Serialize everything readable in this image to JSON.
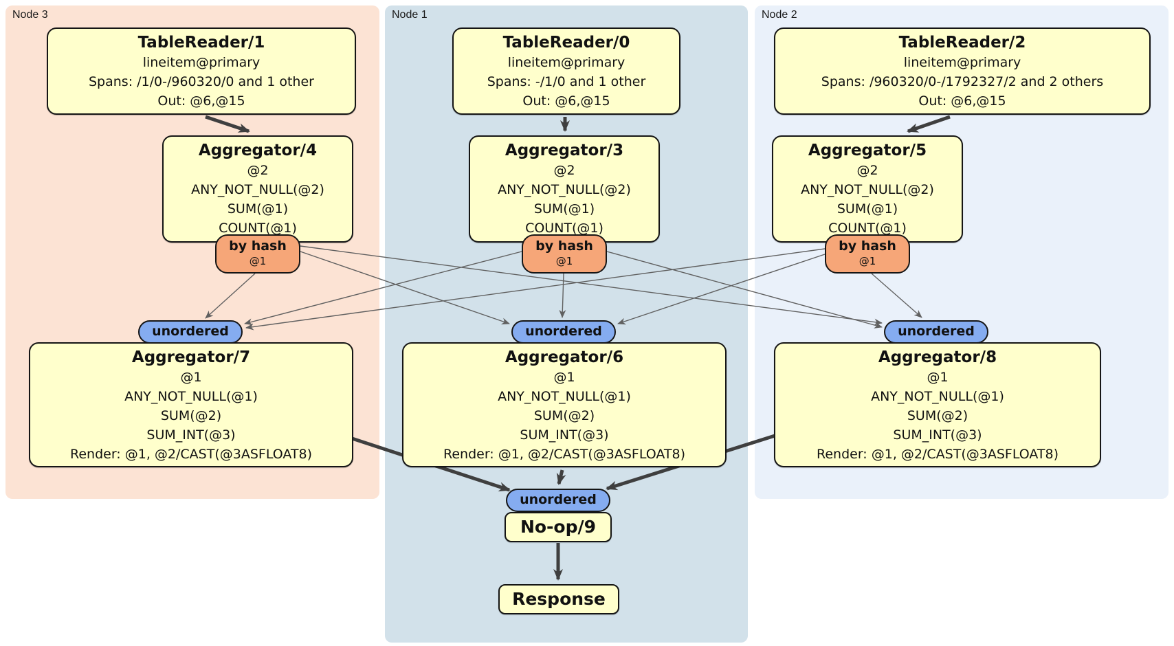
{
  "diagram": {
    "panels": [
      {
        "label": "Node 3"
      },
      {
        "label": "Node 1"
      },
      {
        "label": "Node 2"
      }
    ],
    "router": {
      "label": "by hash",
      "detail": "@1"
    },
    "sync_label": "unordered",
    "processors": {
      "tr1": {
        "title": "TableReader/1",
        "table": "lineitem@primary",
        "spans": "Spans: /1/0-/960320/0 and 1 other",
        "out": "Out: @6,@15"
      },
      "tr0": {
        "title": "TableReader/0",
        "table": "lineitem@primary",
        "spans": "Spans: -/1/0 and 1 other",
        "out": "Out: @6,@15"
      },
      "tr2": {
        "title": "TableReader/2",
        "table": "lineitem@primary",
        "spans": "Spans: /960320/0-/1792327/2 and 2 others",
        "out": "Out: @6,@15"
      },
      "agg4": {
        "title": "Aggregator/4",
        "lines": [
          "@2",
          "ANY_NOT_NULL(@2)",
          "SUM(@1)",
          "COUNT(@1)"
        ]
      },
      "agg3": {
        "title": "Aggregator/3",
        "lines": [
          "@2",
          "ANY_NOT_NULL(@2)",
          "SUM(@1)",
          "COUNT(@1)"
        ]
      },
      "agg5": {
        "title": "Aggregator/5",
        "lines": [
          "@2",
          "ANY_NOT_NULL(@2)",
          "SUM(@1)",
          "COUNT(@1)"
        ]
      },
      "agg7": {
        "title": "Aggregator/7",
        "lines": [
          "@1",
          "ANY_NOT_NULL(@1)",
          "SUM(@2)",
          "SUM_INT(@3)",
          "Render: @1, @2/CAST(@3ASFLOAT8)"
        ]
      },
      "agg6": {
        "title": "Aggregator/6",
        "lines": [
          "@1",
          "ANY_NOT_NULL(@1)",
          "SUM(@2)",
          "SUM_INT(@3)",
          "Render: @1, @2/CAST(@3ASFLOAT8)"
        ]
      },
      "agg8": {
        "title": "Aggregator/8",
        "lines": [
          "@1",
          "ANY_NOT_NULL(@1)",
          "SUM(@2)",
          "SUM_INT(@3)",
          "Render: @1, @2/CAST(@3ASFLOAT8)"
        ]
      },
      "noop": {
        "title": "No-op/9"
      },
      "response": {
        "title": "Response"
      }
    }
  },
  "colors": {
    "node3-bg": "#fce3d4",
    "node1-bg": "#d2e1ea",
    "node2-bg": "#eaf1fa",
    "box-bg": "#ffffcc",
    "router-bg": "#f6a678",
    "sync-bg": "#85acf0",
    "edge-thin": "#606060",
    "edge-thick": "#3f3f3f",
    "border": "#151515"
  }
}
